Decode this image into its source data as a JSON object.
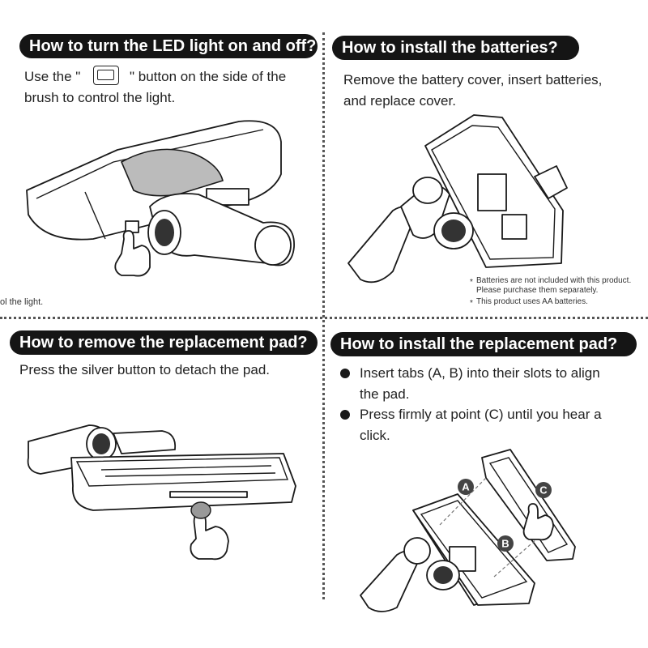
{
  "sections": {
    "led": {
      "title": "How to turn the LED light on and off?",
      "text_before_icon": "Use the \"",
      "text_after_icon": "\" button on the side of the",
      "text_line2": "brush  to control the light.",
      "clipped_caption": "ol the light.",
      "icon": "switch-icon"
    },
    "batteries": {
      "title": "How to install the batteries?",
      "text_line1": "Remove the battery cover, insert batteries,",
      "text_line2": "and replace cover.",
      "notes": [
        "Batteries are not included with this product.",
        "Please purchase them separately.",
        "This product uses AA batteries."
      ],
      "note_marks": [
        "*",
        "*"
      ]
    },
    "remove_pad": {
      "title": "How to remove the replacement pad?",
      "text": "Press the silver button to detach the pad."
    },
    "install_pad": {
      "title": "How to install the replacement pad?",
      "bullets": [
        {
          "line1": "Insert tabs (A, B) into their slots to align",
          "line2": "the pad."
        },
        {
          "line1": "Press firmly at point (C) until you hear a",
          "line2": "click."
        }
      ],
      "labels": [
        "A",
        "B",
        "C"
      ]
    }
  },
  "colors": {
    "pill_bg": "#151515",
    "pill_text": "#ffffff",
    "body_text": "#222222",
    "divider": "#555555"
  }
}
